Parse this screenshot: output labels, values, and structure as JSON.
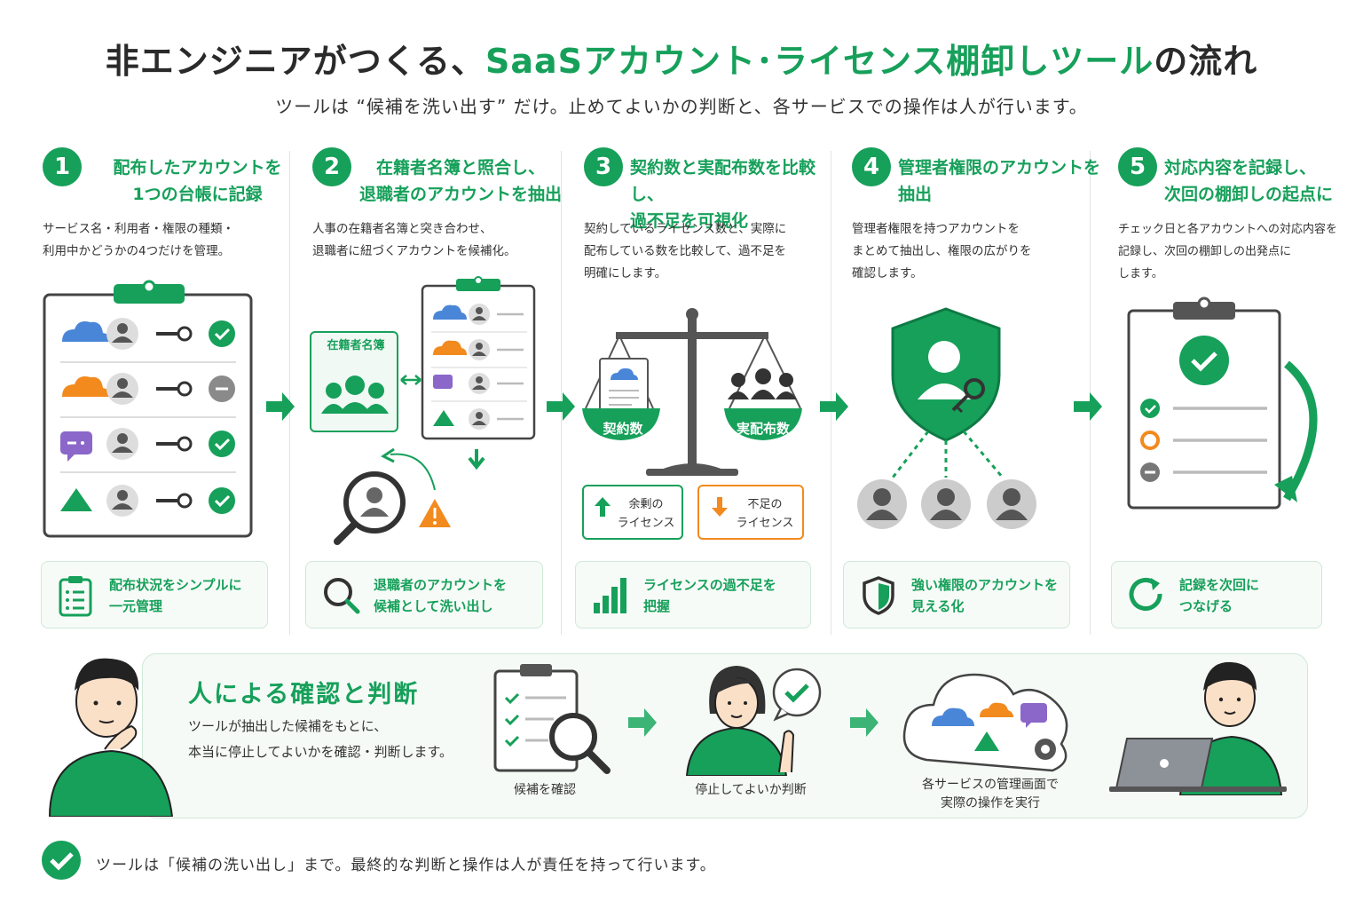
{
  "header": {
    "title_prefix": "非エンジニアがつくる、",
    "title_accent": "SaaSアカウント･ライセンス棚卸しツール",
    "title_suffix": "の流れ",
    "subtitle": "ツールは “候補を洗い出す” だけ。止めてよいかの判断と、各サービスでの操作は人が行います。"
  },
  "steps": [
    {
      "number": "1",
      "title_line1": "配布したアカウントを",
      "title_line2": "1つの台帳に記録",
      "desc_line1": "サービス名・利用者・権限の種類・",
      "desc_line2": "利用中かどうかの4つだけを管理。",
      "desc_line3": "",
      "summary_line1": "配布状況をシンプルに",
      "summary_line2": "一元管理"
    },
    {
      "number": "2",
      "title_line1": "在籍者名簿と照合し、",
      "title_line2": "退職者のアカウントを抽出",
      "desc_line1": "人事の在籍者名簿と突き合わせ、",
      "desc_line2": "退職者に紐づくアカウントを候補化。",
      "desc_line3": "",
      "roster_label": "在籍者名簿",
      "summary_line1": "退職者のアカウントを",
      "summary_line2": "候補として洗い出し"
    },
    {
      "number": "3",
      "title_line1": "契約数と実配布数を比較し、",
      "title_line2": "過不足を可視化",
      "desc_line1": "契約しているライセンス数と、実際に",
      "desc_line2": "配布している数を比較して、過不足を",
      "desc_line3": "明確にします。",
      "left_pan": "契約数",
      "right_pan": "実配布数",
      "surplus_line1": "余剰の",
      "surplus_line2": "ライセンス",
      "shortage_line1": "不足の",
      "shortage_line2": "ライセンス",
      "summary_line1": "ライセンスの過不足を",
      "summary_line2": "把握"
    },
    {
      "number": "4",
      "title_line1": "管理者権限のアカウントを",
      "title_line2": "抽出",
      "desc_line1": "管理者権限を持つアカウントを",
      "desc_line2": "まとめて抽出し、権限の広がりを",
      "desc_line3": "確認します。",
      "summary_line1": "強い権限のアカウントを",
      "summary_line2": "見える化"
    },
    {
      "number": "5",
      "title_line1": "対応内容を記録し、",
      "title_line2": "次回の棚卸しの起点に",
      "desc_line1": "チェック日と各アカウントへの対応内容を",
      "desc_line2": "記録し、次回の棚卸しの出発点に",
      "desc_line3": "します。",
      "summary_line1": "記録を次回に",
      "summary_line2": "つなげる"
    }
  ],
  "human_check": {
    "title": "人による確認と判断",
    "desc_line1": "ツールが抽出した候補をもとに、",
    "desc_line2": "本当に停止してよいかを確認・判断します。",
    "step1": "候補を確認",
    "step2": "停止してよいか判断",
    "step3_line1": "各サービスの管理画面で",
    "step3_line2": "実際の操作を実行"
  },
  "footer": {
    "note": "ツールは「候補の洗い出し」まで。最終的な判断と操作は人が責任を持って行います。"
  },
  "colors": {
    "primary": "#16a05a",
    "orange": "#f28a1e",
    "blue": "#4a86d8",
    "purple": "#8a67c9",
    "gray": "#777777"
  }
}
